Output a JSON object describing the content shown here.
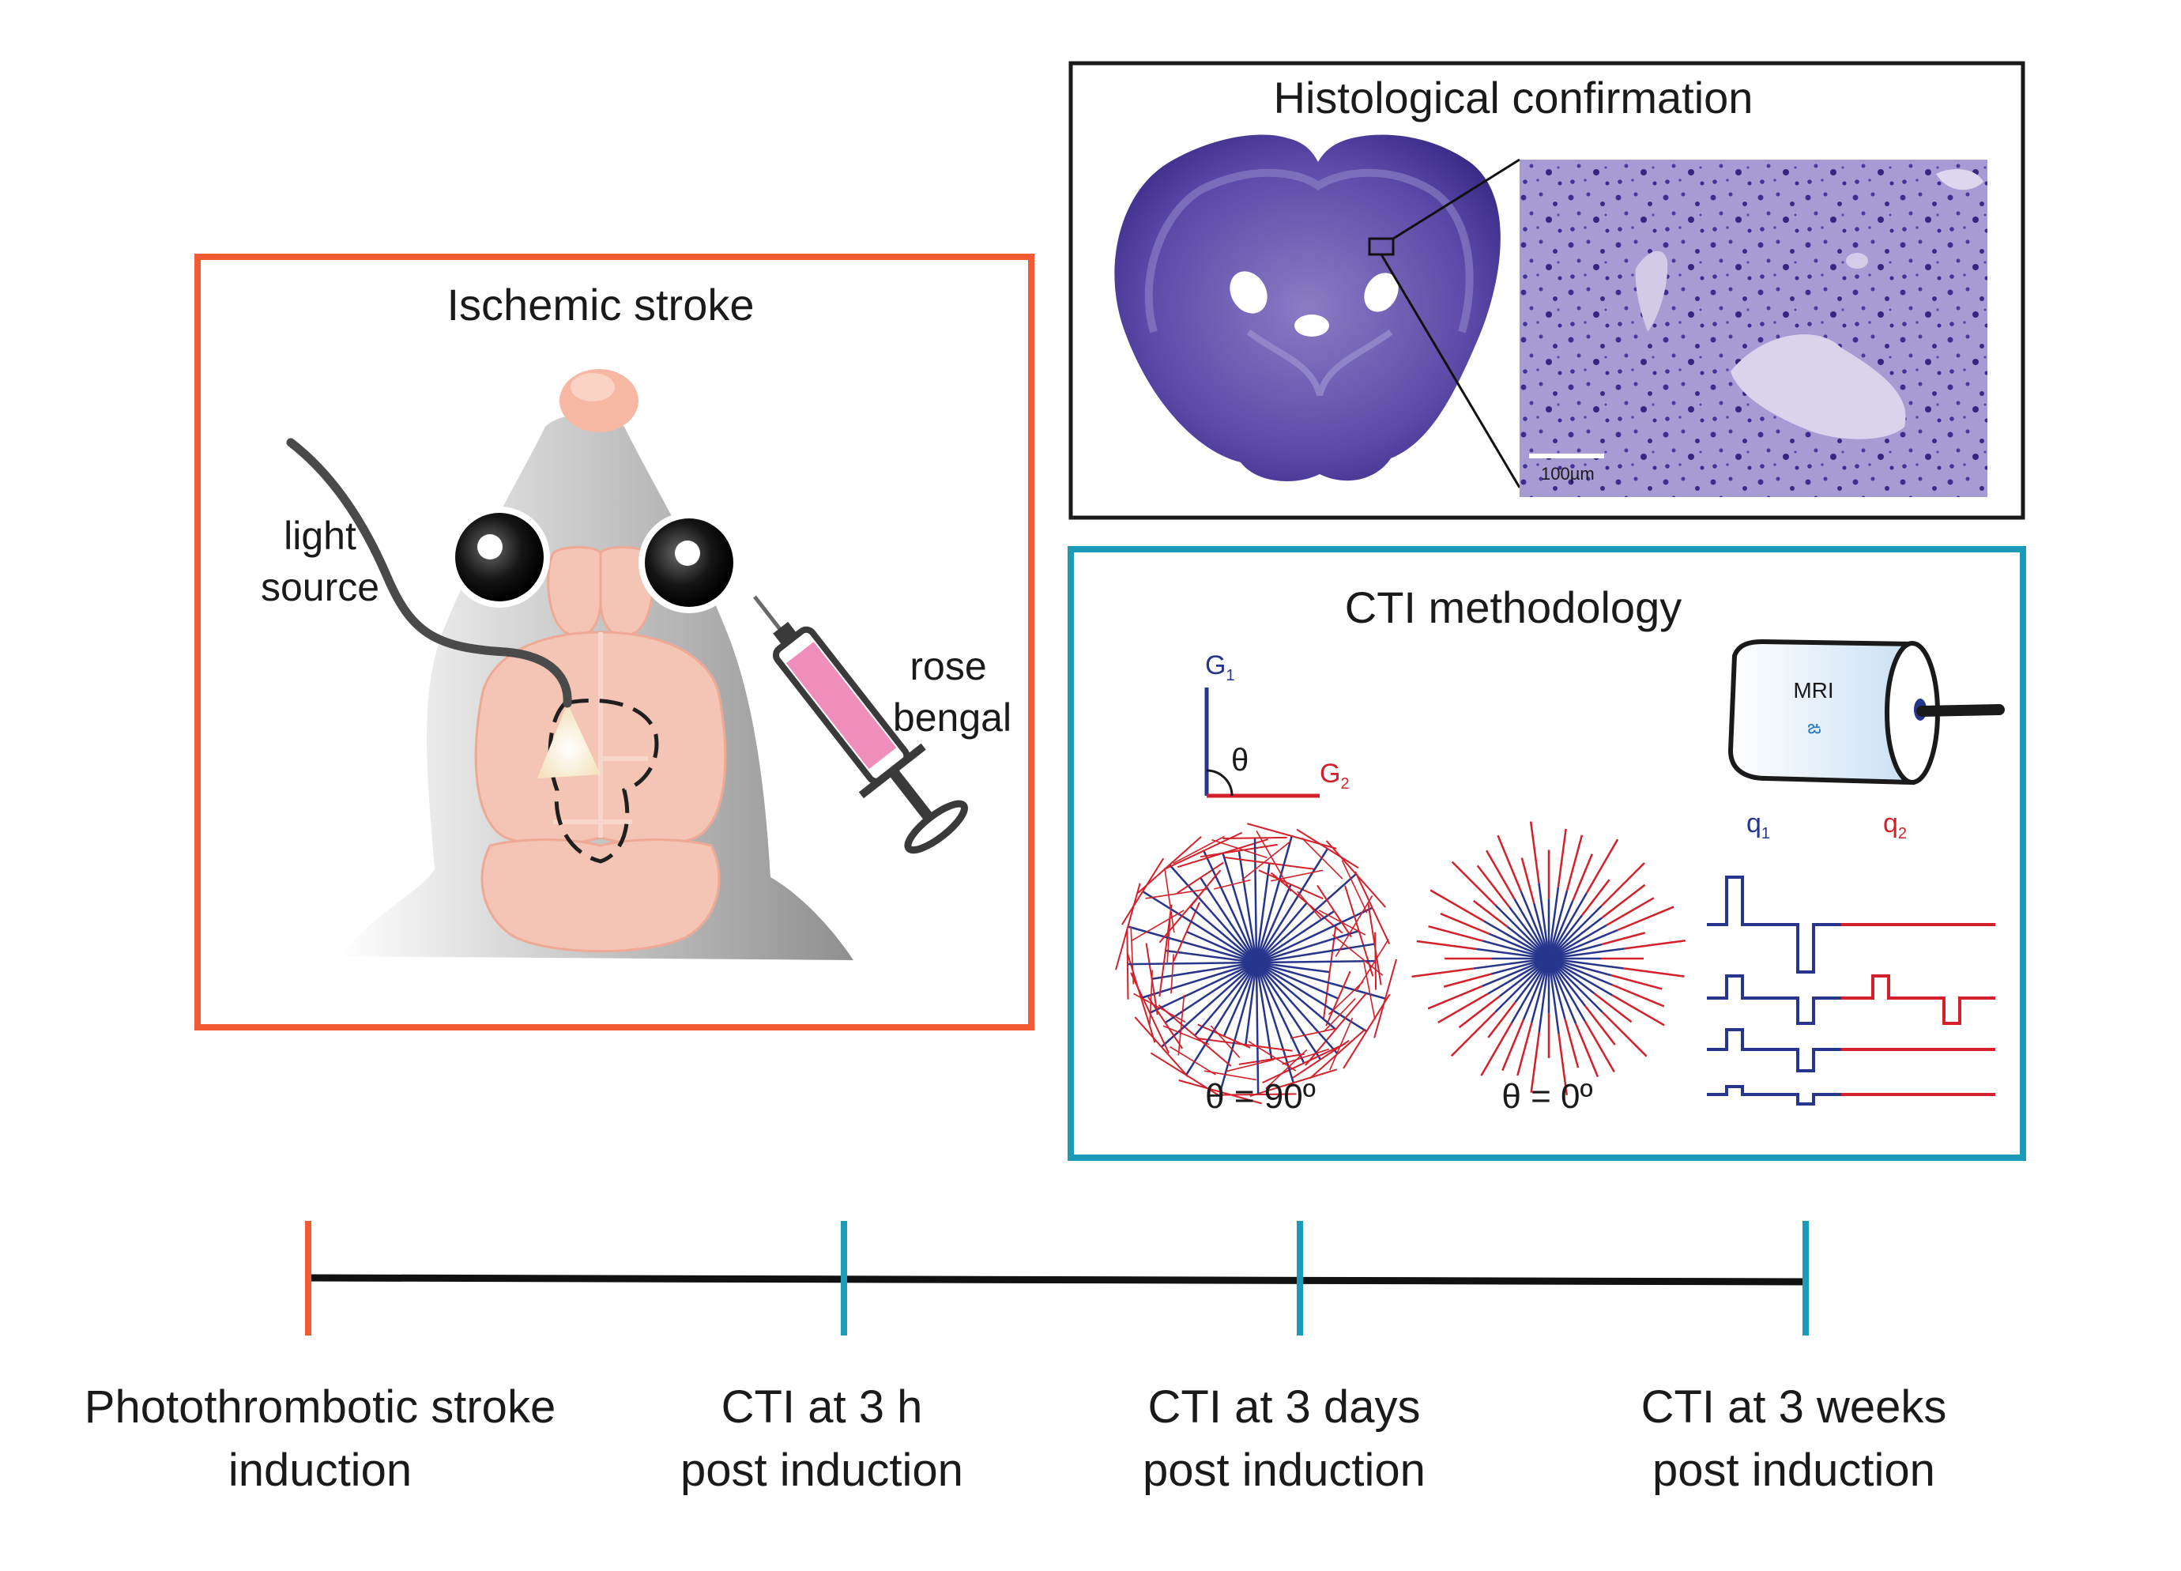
{
  "stroke_panel": {
    "title": "Ischemic stroke",
    "light_line1": "light",
    "light_line2": "source",
    "rose_line1": "rose",
    "rose_line2": "bengal"
  },
  "histology_panel": {
    "title": "Histological confirmation",
    "scale_bar": "100µm"
  },
  "cti_panel": {
    "title": "CTI methodology",
    "g1": "G",
    "g1_sub": "1",
    "g2": "G",
    "g2_sub": "2",
    "theta": "θ",
    "mri": "MRI",
    "q1": "q",
    "q1_sub": "1",
    "q2": "q",
    "q2_sub": "2",
    "theta90": "θ = 90º",
    "theta0": "θ = 0º"
  },
  "timeline": {
    "points": [
      {
        "line1": "Photothrombotic stroke",
        "line2": "induction"
      },
      {
        "line1": "CTI at 3 h",
        "line2": "post induction"
      },
      {
        "line1": "CTI at 3 days",
        "line2": "post induction"
      },
      {
        "line1": "CTI at 3 weeks",
        "line2": "post induction"
      }
    ]
  },
  "colors": {
    "stroke_box": "#f15a32",
    "cti_box": "#1b9ab9",
    "blue_gradient": "#27358c",
    "red_gradient": "#d3202a",
    "nissl_stain": "#5b3fa6",
    "brain_pink": "#f4c4b4"
  }
}
